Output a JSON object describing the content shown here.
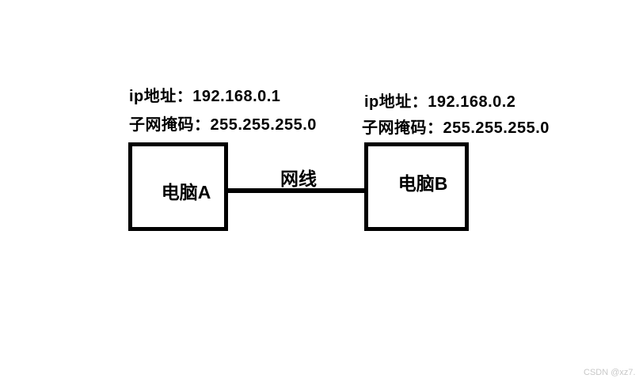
{
  "diagram": {
    "computer_a": {
      "label": "电脑A",
      "ip_line": "ip地址：192.168.0.1",
      "mask_line": "子网掩码：255.255.255.0"
    },
    "computer_b": {
      "label": "电脑B",
      "ip_line": "ip地址：192.168.0.2",
      "mask_line": "子网掩码：255.255.255.0"
    },
    "cable_label": "网线"
  },
  "watermark": "CSDN @xz7.",
  "colors": {
    "background": "#ffffff",
    "stroke": "#000000",
    "watermark": "#c8c8c8"
  }
}
